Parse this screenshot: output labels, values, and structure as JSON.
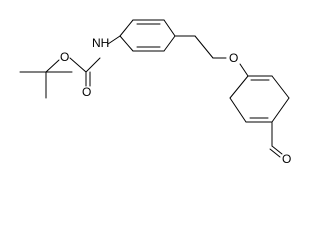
{
  "molecule": {
    "atom_labels": {
      "nh": "NH",
      "carbamate_o": "O",
      "carbonyl_o": "O",
      "ether_o": "O",
      "aldehyde_o": "O"
    },
    "colors": {
      "bond": "#000000",
      "label": "#000000",
      "background": "#ffffff"
    }
  }
}
